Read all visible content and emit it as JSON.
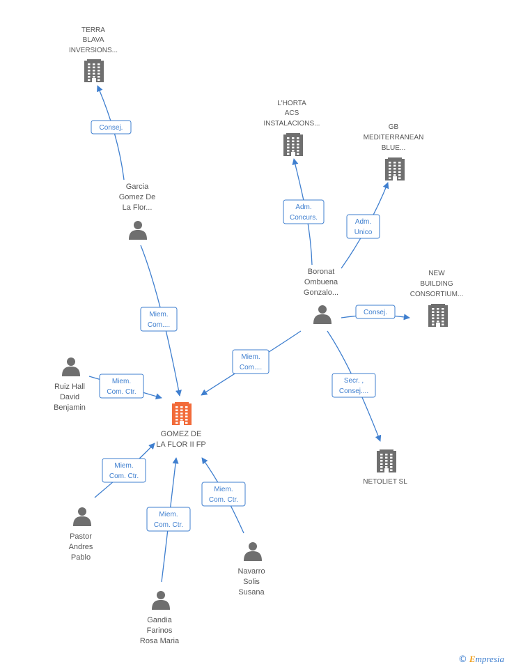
{
  "nodes": {
    "terra_blava": [
      "TERRA",
      "BLAVA",
      "INVERSIONS..."
    ],
    "lhorta": [
      "L'HORTA",
      "ACS",
      "INSTALACIONS..."
    ],
    "gb_med": [
      "GB",
      "MEDITERRANEAN",
      "BLUE..."
    ],
    "new_building": [
      "NEW",
      "BUILDING",
      "CONSORTIUM..."
    ],
    "netoliet": [
      "NETOLIET SL"
    ],
    "gomez_fp": [
      "GOMEZ DE",
      "LA FLOR II FP"
    ],
    "garcia": [
      "Garcia",
      "Gomez De",
      "La Flor..."
    ],
    "boronat": [
      "Boronat",
      "Ombuena",
      "Gonzalo..."
    ],
    "ruiz": [
      "Ruiz Hall",
      "David",
      "Benjamin"
    ],
    "pastor": [
      "Pastor",
      "Andres",
      "Pablo"
    ],
    "gandia": [
      "Gandia",
      "Farinos",
      "Rosa Maria"
    ],
    "navarro": [
      "Navarro",
      "Solis",
      "Susana"
    ]
  },
  "edges": {
    "garcia_terra": [
      "Consej."
    ],
    "boronat_lhorta": [
      "Adm.",
      "Concurs."
    ],
    "boronat_gb": [
      "Adm.",
      "Unico"
    ],
    "boronat_newb": [
      "Consej."
    ],
    "boronat_netoliet": [
      "Secr. ,",
      "Consej...."
    ],
    "boronat_gomez": [
      "Miem.",
      "Com...."
    ],
    "garcia_gomez": [
      "Miem.",
      "Com...."
    ],
    "ruiz_gomez": [
      "Miem.",
      "Com. Ctr."
    ],
    "pastor_gomez": [
      "Miem.",
      "Com. Ctr."
    ],
    "gandia_gomez": [
      "Miem.",
      "Com. Ctr."
    ],
    "navarro_gomez": [
      "Miem.",
      "Com. Ctr."
    ]
  },
  "colors": {
    "edge": "#3f7fcf",
    "node": "#6f6f6f",
    "focus": "#f26b3a"
  },
  "footer": {
    "copyright": "©",
    "brand_initial": "E",
    "brand_rest": "mpresia"
  }
}
